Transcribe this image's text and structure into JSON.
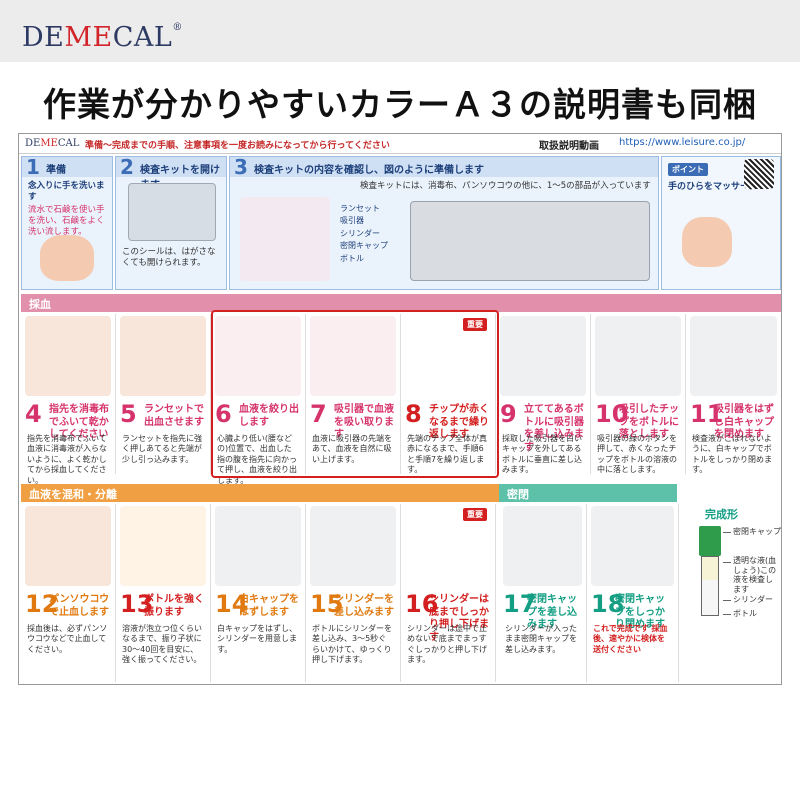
{
  "brand": {
    "pre": "DE",
    "mid": "ME",
    "post": "CAL",
    "symbol": "®"
  },
  "headline": "作業が分かりやすいカラーＡ３の説明書も同梱",
  "sheet": {
    "logo": {
      "pre": "DE",
      "mid": "ME",
      "post": "CAL"
    },
    "prep_note": "準備〜完成までの手順、注意事項を一度お読みになってから行ってください",
    "video_label": "取扱説明動画",
    "video_url": "https://www.leisure.co.jp/"
  },
  "prep": [
    {
      "num": "1",
      "title": "準備",
      "sub": "念入りに手を洗います",
      "body": "流水で石鹸を使い手を洗い、石鹸をよく洗い流します。"
    },
    {
      "num": "2",
      "title": "検査キットを開けます",
      "body": "このシールは、はがさなくても開けられます。"
    },
    {
      "num": "3",
      "title": "検査キットの内容を確認し、図のように準備します",
      "body": "検査キットには、消毒布、パンソウコウの他に、1〜5の部品が入っています"
    }
  ],
  "parts": [
    "ランセット",
    "吸引器",
    "シリンダー",
    "密閉キャップ",
    "ボトル"
  ],
  "tip": {
    "label": "ポイント",
    "text": "手のひらをマッサージ"
  },
  "sections": {
    "collect": "採血",
    "mix": "血液を混和・分離",
    "seal": "密閉"
  },
  "collect_steps": [
    {
      "num": "4",
      "title": "指先を消毒布でふいて乾かしてください",
      "text": "指先を消毒布でふいて血液に消毒液が入らないように、よく乾かしてから採血してください。"
    },
    {
      "num": "5",
      "title": "ランセットで出血させます",
      "text": "ランセットを指先に強く押しあてると先端が少し引っ込みます。"
    },
    {
      "num": "6",
      "title": "血液を絞り出します",
      "text": "心臓より低い(腰などの)位置で、出血した指の腹を指先に向かって押し、血液を絞り出します。"
    },
    {
      "num": "7",
      "title": "吸引器で血液を吸い取ります",
      "text": "血液に吸引器の先端をあて、血液を自然に吸い上げます。"
    },
    {
      "num": "8",
      "title": "チップが赤くなるまで繰り返します",
      "text": "先端のチップ全体が真赤になるまで、手順6と手順7を繰り返します。",
      "badge": "重要"
    },
    {
      "num": "9",
      "title": "立ててあるボトルに吸引器を差し込みます",
      "text": "採取した吸引器を白いキャップを外してあるボトルに垂直に差し込みます。"
    },
    {
      "num": "10",
      "title": "吸引したチップをボトルに落とします",
      "text": "吸引器の緑のボタンを押して、赤くなったチップをボトルの溶液の中に落とします。"
    },
    {
      "num": "11",
      "title": "吸引器をはずし白キャップを閉めます",
      "text": "検査液がこぼれないように、白キャップでボトルをしっかり閉めます。"
    }
  ],
  "mix_steps": [
    {
      "num": "12",
      "title": "パンソウコウで止血します",
      "text": "採血後は、必ずパンソウコウなどで止血してください。"
    },
    {
      "num": "13",
      "title": "ボトルを強く振ります",
      "text": "溶液が泡立つ位くらいなるまで、振り子状に30〜40回を目安に、強く振ってください。"
    },
    {
      "num": "14",
      "title": "白キャップをはずします",
      "text": "白キャップをはずし、シリンダーを用意します。"
    },
    {
      "num": "15",
      "title": "シリンダーを差し込みます",
      "text": "ボトルにシリンダーを差し込み、3〜5秒ぐらいかけて、ゆっくり押し下げます。"
    },
    {
      "num": "16",
      "title": "シリンダーは底までしっかり押し下げます",
      "text": "シリンダーは途中で止めないで底までまっすぐしっかりと押し下げます。",
      "badge": "重要"
    }
  ],
  "seal_steps": [
    {
      "num": "17",
      "title": "密閉キャップを差し込みます",
      "text": "シリンダーが入ったまま密閉キャップを差し込みます。"
    },
    {
      "num": "18",
      "title": "密閉キャップをしっかり閉めます",
      "text": "これで完成です 採血後、速やかに検体を送付ください"
    }
  ],
  "complete": {
    "title": "完成形",
    "labels": [
      "密閉キャップ",
      "透明な液(血しょう)この液を検査します",
      "シリンダー",
      "ボトル"
    ]
  }
}
